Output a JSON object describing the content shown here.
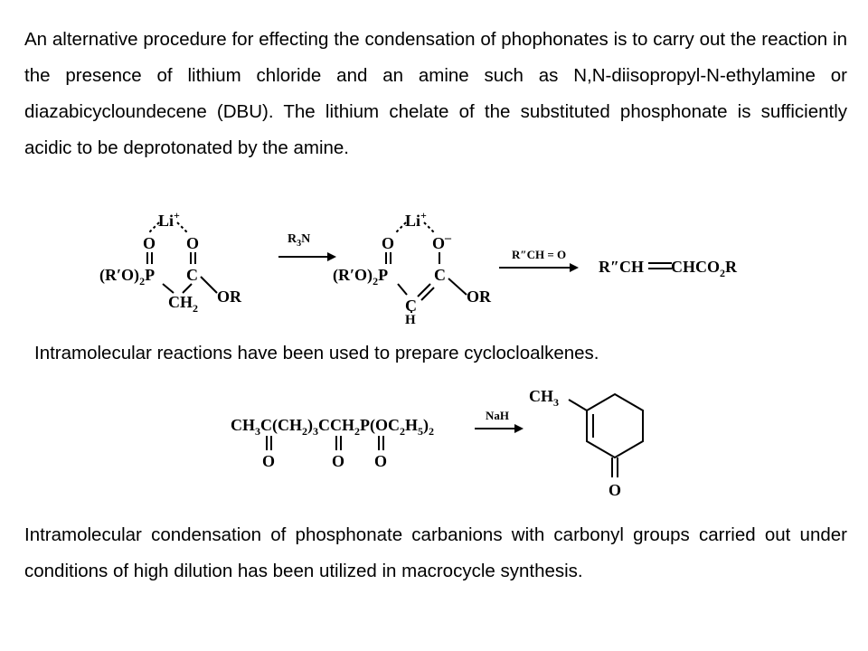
{
  "paragraphs": {
    "p1": "An alternative procedure for effecting the condensation of phophonates is to carry out the reaction in the presence of lithium chloride and an amine such as N,N-diisopropyl-N-ethylamine or diazabicycloundecene (DBU). The lithium chelate of the substituted phosphonate is sufficiently acidic to be deprotonated by the amine.",
    "p2": "Intramolecular reactions have been used to prepare cyclocloalkenes.",
    "p3": "Intramolecular condensation of phosphonate carbanions with carbonyl groups carried out under conditions of high dilution has been utilized in macrocycle synthesis."
  },
  "scheme1": {
    "li": "Li",
    "li_charge": "+",
    "o_left": "O",
    "o_right": "O",
    "o_minus": "–",
    "phos": "(R′O)",
    "phos_sub": "2",
    "phos_p": "P",
    "carbon": "C",
    "ch2": "CH",
    "ch2_sub": "2",
    "or": "OR",
    "h": "H",
    "reagent1_main": "R",
    "reagent1_sub": "3",
    "reagent1_n": "N",
    "reagent2": "R″CH = O",
    "product_main": "R″CH",
    "product_tail": "CHCO",
    "product_sub": "2",
    "product_end": "R"
  },
  "scheme2": {
    "chain_a": "CH",
    "chain_a_sub": "3",
    "chain_b": "C(CH",
    "chain_b_sub": "2",
    "chain_c": ")",
    "chain_c_sub": "3",
    "chain_d": "CCH",
    "chain_d_sub": "2",
    "chain_e": "P(OC",
    "chain_e_sub": "2",
    "chain_f": "H",
    "chain_f_sub": "5",
    "chain_g": ")",
    "chain_g_sub": "2",
    "o": "O",
    "reagent": "NaH",
    "ring_me": "CH",
    "ring_me_sub": "3"
  }
}
